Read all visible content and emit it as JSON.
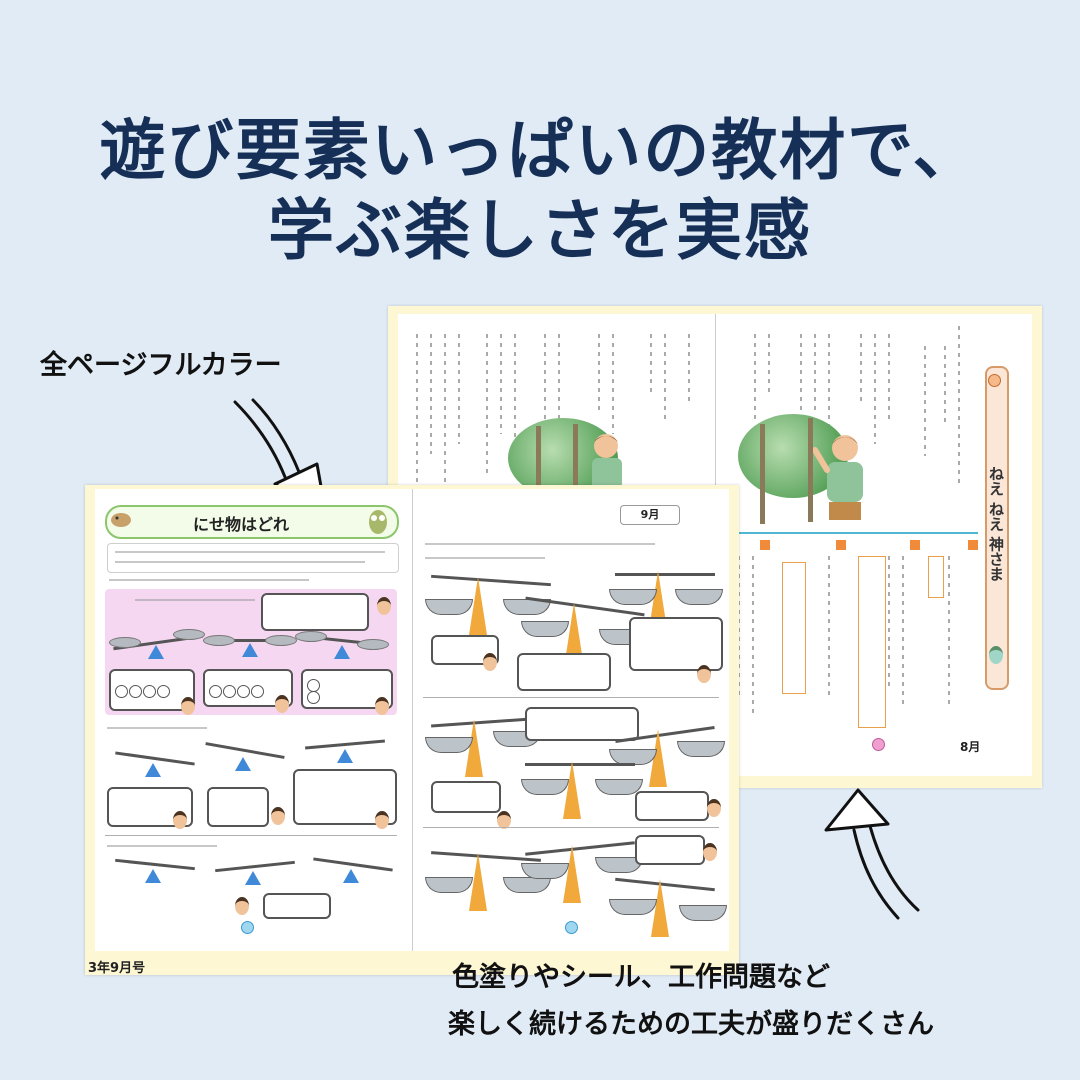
{
  "headline": {
    "line1": "遊び要素いっぱいの教材で、",
    "line2": "学ぶ楽しさを実感"
  },
  "labels": {
    "full_color": "全ページフルカラー",
    "caption_line1": "色塗りやシール、工作問題など",
    "caption_line2": "楽しく続けるための工夫が盛りだくさん"
  },
  "front_spread": {
    "banner_title": "にせ物はどれ",
    "month_tag": "9月",
    "issue_label": "3年9月号"
  },
  "back_spread": {
    "vertical_title": "ねえ ねえ 神さま",
    "page_tag": "8月"
  },
  "colors": {
    "background": "#e1ebf5",
    "headline": "#152f56"
  }
}
